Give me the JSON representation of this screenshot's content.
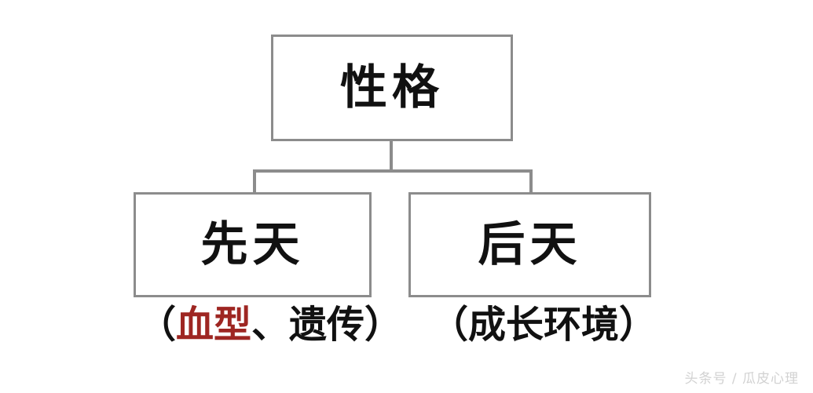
{
  "diagram": {
    "type": "hierarchy-tree",
    "root": {
      "label": "性格"
    },
    "children": [
      {
        "label": "先天",
        "caption_open": "（",
        "caption_accent": "血型",
        "caption_rest": "、遗传",
        "caption_close": "）",
        "accent_color": "#9e2622"
      },
      {
        "label": "后天",
        "caption_open": "（",
        "caption_accent": "",
        "caption_rest": "成长环境",
        "caption_close": "）",
        "accent_color": "#111111"
      }
    ],
    "line_color": "#8c8c8c",
    "border_color": "#8c8c8c",
    "text_color": "#111111",
    "background_color": "#ffffff"
  },
  "watermark": {
    "text": "头条号 / 瓜皮心理",
    "color": "#d2d2d2"
  }
}
